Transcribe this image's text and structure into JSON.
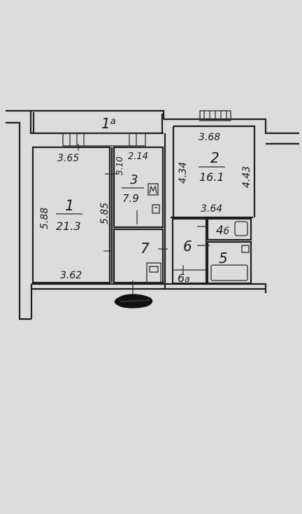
{
  "colors": {
    "paper": "#dcdcdc",
    "ink": "#1e1e1e"
  },
  "rooms": [
    {
      "id": "1a",
      "label": "1",
      "sub": "a"
    },
    {
      "id": "1",
      "number": "1",
      "area": "21.3"
    },
    {
      "id": "2",
      "number": "2",
      "area": "16.1"
    },
    {
      "id": "3",
      "number": "3",
      "area": "7.9"
    },
    {
      "id": "4",
      "label": "4",
      "sub": "б"
    },
    {
      "id": "5",
      "label": "5"
    },
    {
      "id": "6",
      "label": "6"
    },
    {
      "id": "6a",
      "label": "6",
      "sub": "a"
    },
    {
      "id": "7",
      "label": "7"
    }
  ],
  "dimensions": {
    "room1_top": "3.65",
    "room1_left": "5.88",
    "room1_right": "5.85",
    "room1_bottom": "3.62",
    "room3_left": "3.10",
    "room3_top": "2.14",
    "room2_top": "3.68",
    "room2_left": "4.34",
    "room2_right": "4.43",
    "room2_bottom": "3.64"
  },
  "icons": [
    "stove-icon",
    "toilet-icon",
    "bathtub-icon",
    "sink-icon",
    "redacted-mark-icon"
  ]
}
